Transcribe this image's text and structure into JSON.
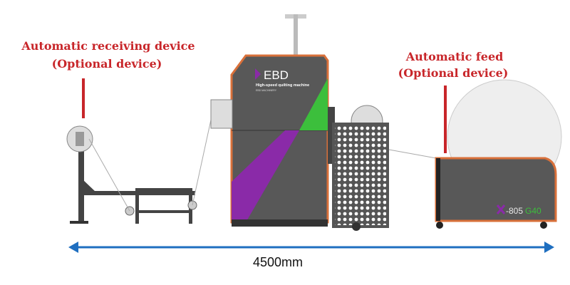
{
  "labels": {
    "receiving_title": "Automatic receiving device",
    "receiving_sub": "(Optional device)",
    "feed_title": "Automatic feed",
    "feed_sub": "(Optional device)"
  },
  "dimension": {
    "length": "4500mm"
  },
  "machine": {
    "brand": "EBD",
    "tagline": "High-speed quilting machine",
    "maker": "EBD MACHINERY",
    "model_prefix": "-805",
    "model_suffix": "G40"
  },
  "colors": {
    "label_red": "#c8262a",
    "arrow_blue": "#1f6fc0",
    "body_gray": "#585858",
    "accent_orange": "#d9703a",
    "accent_green": "#3cbf3c",
    "accent_purple": "#8a2aa8"
  }
}
